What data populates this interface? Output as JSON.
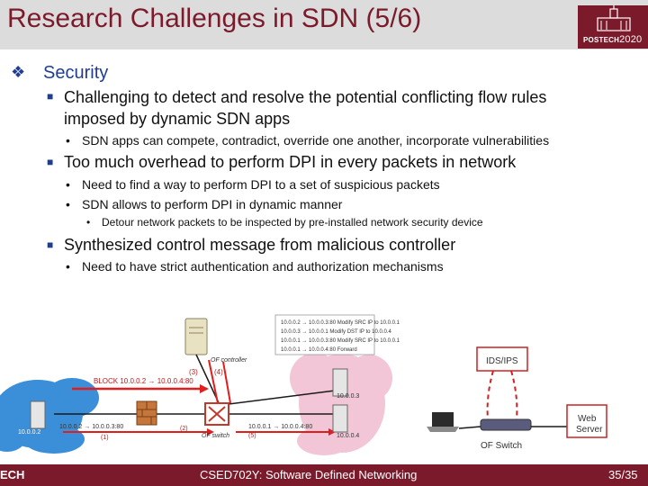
{
  "header": {
    "title": "Research Challenges in SDN (5/6)",
    "logo_text": "POSTECH",
    "logo_year": "2020"
  },
  "content": {
    "section_heading": "Security",
    "items": [
      {
        "text_line1": "Challenging to detect and resolve the potential conflicting flow rules",
        "text_line2": "imposed by dynamic SDN apps"
      },
      {
        "sub": "SDN apps can compete, contradict, override one another, incorporate vulnerabilities"
      },
      {
        "text": "Too much overhead to perform DPI in every packets in network"
      },
      {
        "sub1": "Need to find a way to perform DPI to a set of suspicious packets",
        "sub2": "SDN allows to perform DPI in dynamic manner"
      },
      {
        "subsub": "Detour network packets to be inspected by pre-installed network security device"
      },
      {
        "text": "Synthesized control message from malicious controller"
      },
      {
        "sub": "Need to have strict authentication and authorization mechanisms"
      }
    ]
  },
  "diagram_left": {
    "flow_rules": [
      "10.0.0.2 → 10.0.0.3:80 Modify SRC IP to 10.0.0.1",
      "10.0.0.3 → 10.0.0.1 Modify DST IP to 10.0.0.4",
      "10.0.0.1 → 10.0.0.3:80 Modify SRC IP to 10.0.0.1",
      "10.0.0.1 → 10.0.0.4:80 Forward"
    ],
    "controller_label": "OF controller",
    "step3": "(3)",
    "step4": "(4)",
    "block_label": "BLOCK 10.0.0.2 → 10.0.0.4:80",
    "host_left": "10.0.0.2",
    "flow1": "10.0.0.2 → 10.0.0.3:80",
    "step1": "(1)",
    "step2": "(2)",
    "switch_label": "OF switch",
    "flow5": "10.0.0.1 → 10.0.0.4:80",
    "step5": "(5)",
    "server_top": "10.0.0.3",
    "server_bottom": "10.0.0.4"
  },
  "diagram_right": {
    "ids_label": "IDS/IPS",
    "web_server_line1": "Web",
    "web_server_line2": "Server",
    "switch_label": "OF Switch"
  },
  "footer": {
    "left": "ECH",
    "course": "CSED702Y: Software Defined Networking",
    "page": "35/35"
  },
  "colors": {
    "title": "#7b1a2b",
    "accent_blue": "#1f3e91",
    "footer_bg": "#7b1a2b",
    "title_bg": "#dcdcdc",
    "cloud_blue": "#3a8fd8",
    "cloud_pink": "#f2c6d6",
    "switch_red": "#c0392b",
    "arrow_red": "#e11d1d"
  }
}
